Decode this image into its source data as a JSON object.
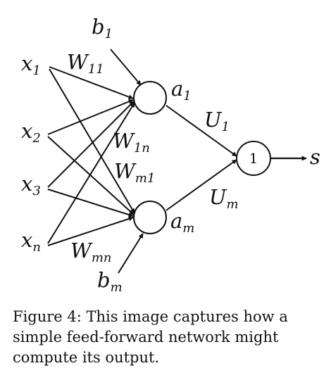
{
  "diagram": {
    "inputs": {
      "x1": {
        "base": "x",
        "sub": "1"
      },
      "x2": {
        "base": "x",
        "sub": "2"
      },
      "x3": {
        "base": "x",
        "sub": "3"
      },
      "xn": {
        "base": "x",
        "sub": "n"
      }
    },
    "biases": {
      "b1": {
        "base": "b",
        "sub": "1"
      },
      "bm": {
        "base": "b",
        "sub": "m"
      }
    },
    "weights": {
      "W11": {
        "base": "W",
        "sub": "11"
      },
      "W1n": {
        "base": "W",
        "sub": "1n"
      },
      "Wm1": {
        "base": "W",
        "sub": "m1"
      },
      "Wmn": {
        "base": "W",
        "sub": "mn"
      }
    },
    "activations": {
      "a1": {
        "base": "a",
        "sub": "1"
      },
      "am": {
        "base": "a",
        "sub": "m"
      }
    },
    "output_weights": {
      "U1": {
        "base": "U",
        "sub": "1"
      },
      "Um": {
        "base": "U",
        "sub": "m"
      }
    },
    "output_node_label": "1",
    "output_label": "s"
  },
  "caption": "Figure 4: This image captures how a simple feed-forward network might compute its output."
}
